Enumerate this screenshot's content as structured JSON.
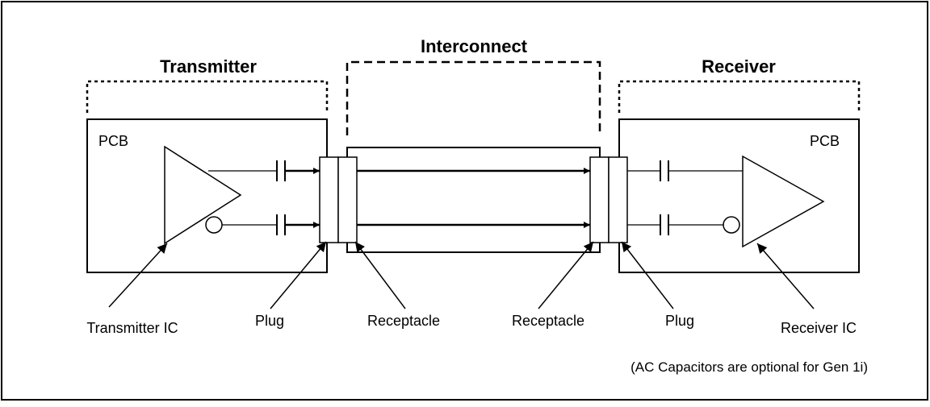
{
  "sections": {
    "transmitter": "Transmitter",
    "interconnect": "Interconnect",
    "receiver": "Receiver"
  },
  "boards": {
    "left": "PCB",
    "right": "PCB"
  },
  "callouts": {
    "transmitter_ic": "Transmitter IC",
    "plug_left": "Plug",
    "receptacle_left": "Receptacle",
    "receptacle_right": "Receptacle",
    "plug_right": "Plug",
    "receiver_ic": "Receiver IC"
  },
  "note": "(AC Capacitors are optional for Gen 1i)"
}
